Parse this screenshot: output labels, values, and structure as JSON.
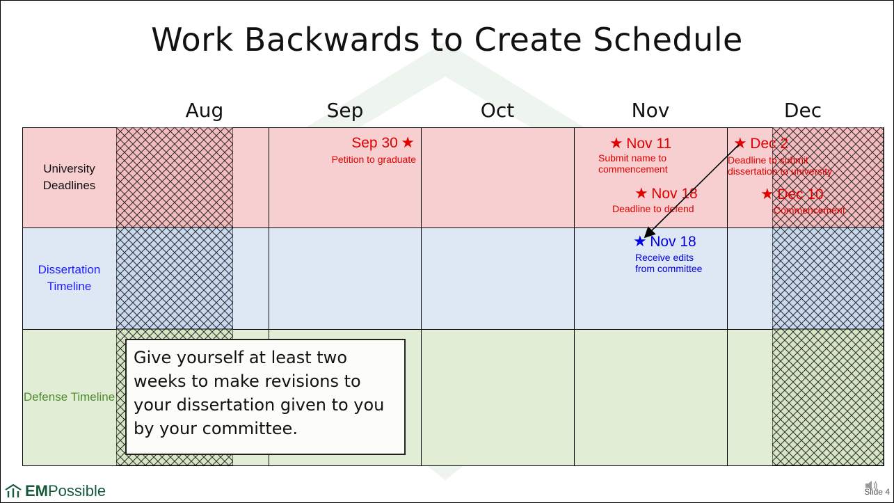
{
  "title": "Work Backwards to Create Schedule",
  "months": [
    "Aug",
    "Sep",
    "Oct",
    "Nov",
    "Dec"
  ],
  "rows": {
    "university": "University Deadlines",
    "dissertation": "Dissertation Timeline",
    "defense": "Defense Timeline"
  },
  "events": {
    "sep30": {
      "date": "Sep 30",
      "desc": "Petition to graduate",
      "star": "★"
    },
    "nov11": {
      "date": "Nov 11",
      "desc_line1": "Submit name to",
      "desc_line2": "commencement",
      "star": "★"
    },
    "nov18": {
      "date": "Nov 18",
      "desc": "Deadline to defend",
      "star": "★"
    },
    "dec2": {
      "date": "Dec 2",
      "desc_line1": "Deadline to submit",
      "desc_line2": "dissertation to university",
      "star": "★"
    },
    "dec10": {
      "date": "Dec 10",
      "desc": "Commencement",
      "star": "★"
    },
    "nov18_blue": {
      "date": "Nov 18",
      "desc_line1": "Receive edits",
      "desc_line2": "from committee",
      "star": "★"
    }
  },
  "callout": "Give yourself at least two weeks to make revisions to your dissertation given to you by your committee.",
  "logo": {
    "bold": "EM",
    "rest": "Possible"
  },
  "slide_label": "Slide 4",
  "colors": {
    "university_row": "#f8cfd0",
    "dissertation_row": "#dde8f4",
    "defense_row": "#e2edd6",
    "deadline_red": "#e00000",
    "timeline_blue": "#0000dd",
    "defense_green": "#4f8a2e"
  },
  "icons": [
    "star-icon",
    "arrow-icon",
    "empossible-logo-icon",
    "speaker-icon"
  ]
}
